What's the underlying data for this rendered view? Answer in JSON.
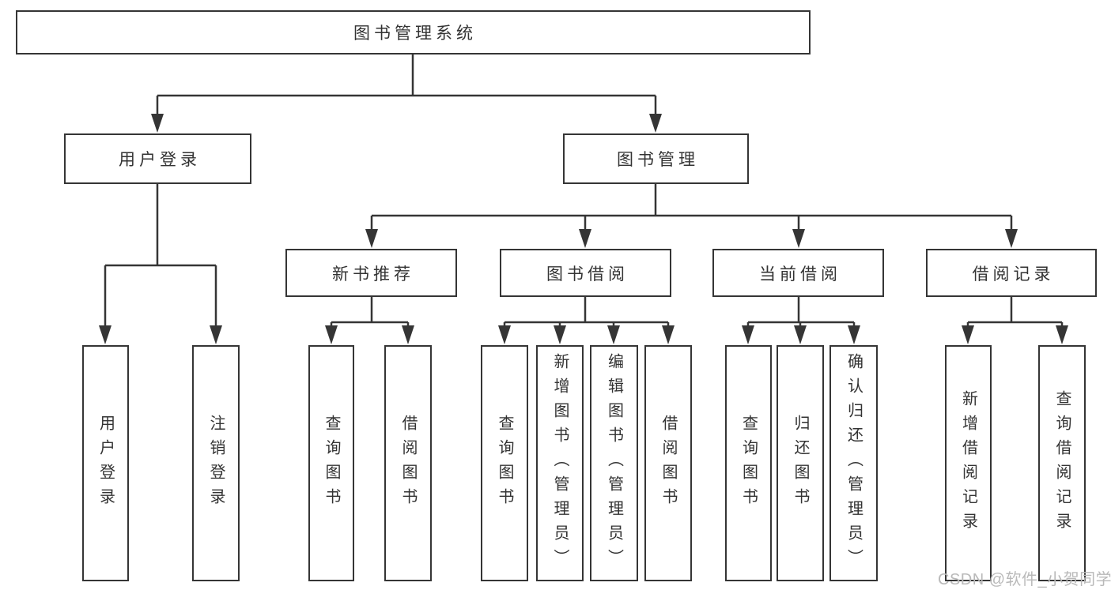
{
  "root": {
    "label": "图书管理系统"
  },
  "user_login": {
    "label": "用户登录",
    "children": [
      {
        "label": "用户登录"
      },
      {
        "label": "注销登录"
      }
    ]
  },
  "book_mgmt": {
    "label": "图书管理",
    "children": [
      {
        "label": "新书推荐",
        "children": [
          {
            "label": "查询图书"
          },
          {
            "label": "借阅图书"
          }
        ]
      },
      {
        "label": "图书借阅",
        "children": [
          {
            "label": "查询图书"
          },
          {
            "label": "新增图书（管理员）"
          },
          {
            "label": "编辑图书（管理员）"
          },
          {
            "label": "借阅图书"
          }
        ]
      },
      {
        "label": "当前借阅",
        "children": [
          {
            "label": "查询图书"
          },
          {
            "label": "归还图书"
          },
          {
            "label": "确认归还（管理员）"
          }
        ]
      },
      {
        "label": "借阅记录",
        "children": [
          {
            "label": "新增借阅记录"
          },
          {
            "label": "查询借阅记录"
          }
        ]
      }
    ]
  },
  "watermark": {
    "text": "CSDN @软件_小贺同学"
  },
  "colors": {
    "line": "#353535",
    "box_border": "#353535",
    "text": "#333333",
    "watermark": "#b9b9b9",
    "background": "#ffffff"
  }
}
